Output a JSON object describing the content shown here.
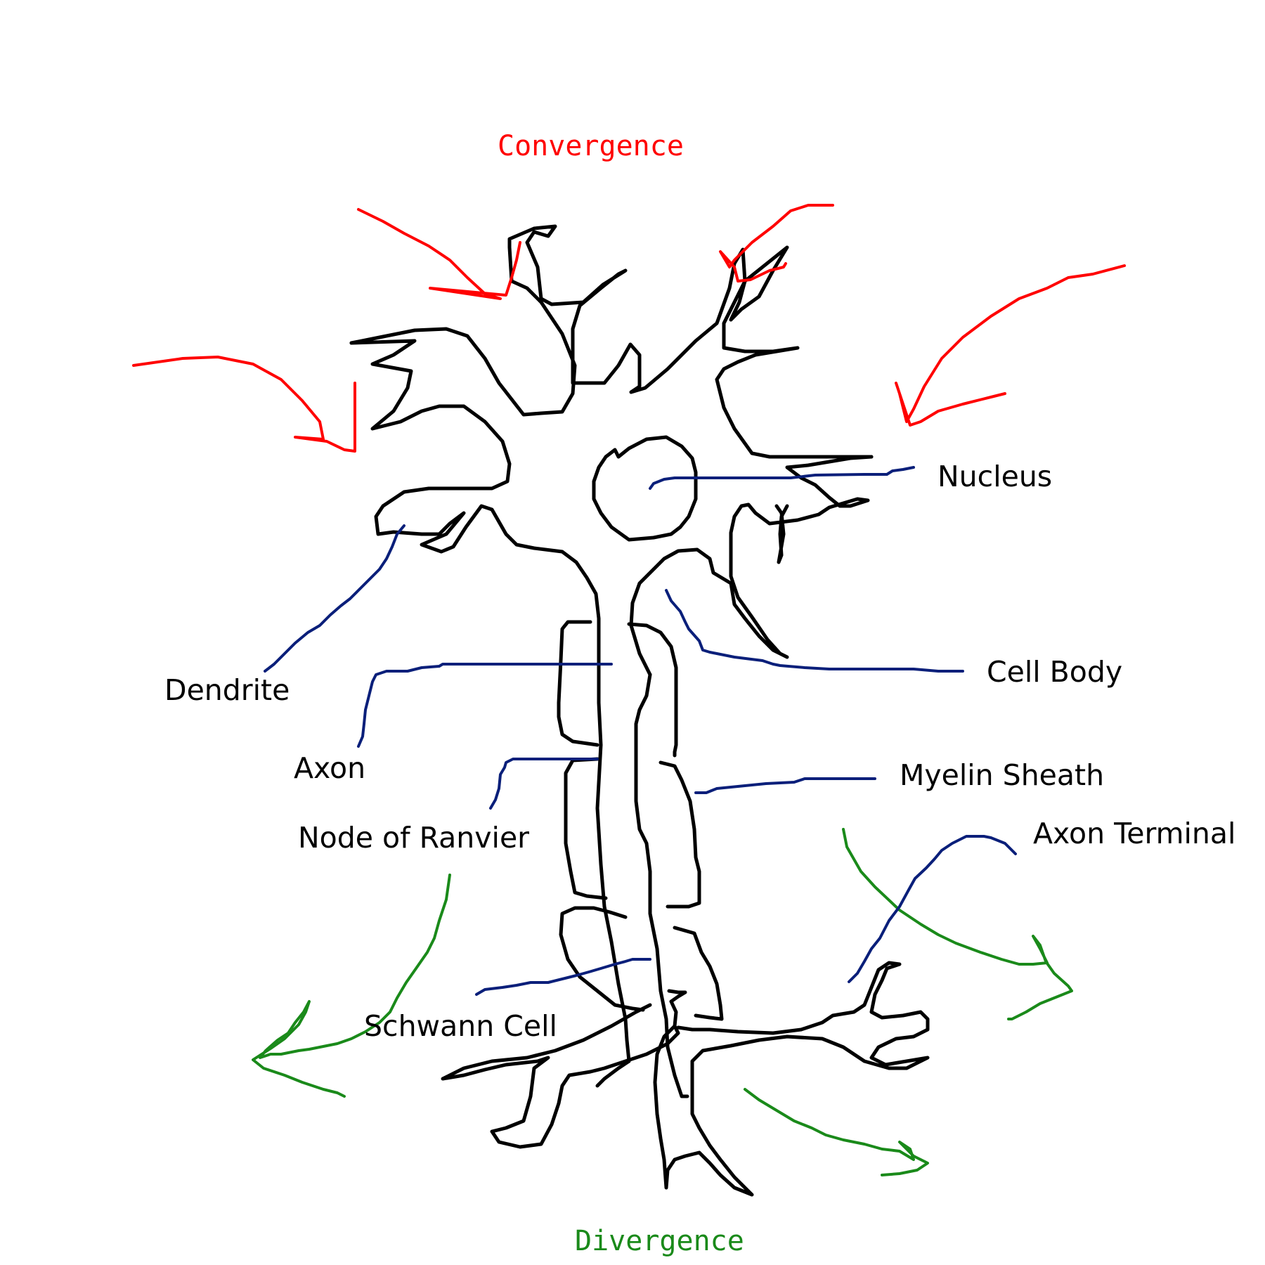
{
  "titles": {
    "top": "Convergence",
    "bottom": "Divergence"
  },
  "labels": {
    "nucleus": "Nucleus",
    "cell_body": "Cell Body",
    "dendrite": "Dendrite",
    "axon": "Axon",
    "myelin_sheath": "Myelin Sheath",
    "node_of_ranvier": "Node of Ranvier",
    "axon_terminal": "Axon Terminal",
    "schwann_cell": "Schwann Cell"
  },
  "colors": {
    "neuron": "#000000",
    "leader": "#0a1f7a",
    "convergence": "#ff0000",
    "divergence": "#1a8a1a"
  }
}
